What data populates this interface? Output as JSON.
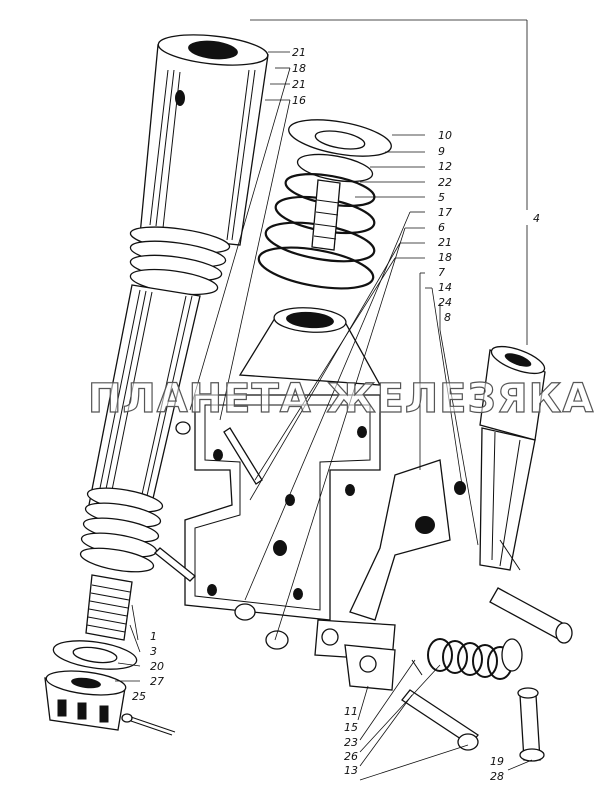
{
  "watermark": "ПЛАНЕТА ЖЕЛЕЗЯКА",
  "callouts": [
    {
      "id": "c21a",
      "text": "21"
    },
    {
      "id": "c18a",
      "text": "18"
    },
    {
      "id": "c21b",
      "text": "21"
    },
    {
      "id": "c16",
      "text": "16"
    },
    {
      "id": "c10",
      "text": "10"
    },
    {
      "id": "c9",
      "text": "9"
    },
    {
      "id": "c12",
      "text": "12"
    },
    {
      "id": "c22",
      "text": "22"
    },
    {
      "id": "c5",
      "text": "5"
    },
    {
      "id": "c17",
      "text": "17"
    },
    {
      "id": "c6",
      "text": "6"
    },
    {
      "id": "c21c",
      "text": "21"
    },
    {
      "id": "c18b",
      "text": "18"
    },
    {
      "id": "c7",
      "text": "7"
    },
    {
      "id": "c14",
      "text": "14"
    },
    {
      "id": "c24",
      "text": "24"
    },
    {
      "id": "c8",
      "text": "8"
    },
    {
      "id": "c4",
      "text": "4"
    },
    {
      "id": "c1",
      "text": "1"
    },
    {
      "id": "c3",
      "text": "3"
    },
    {
      "id": "c20",
      "text": "20"
    },
    {
      "id": "c27",
      "text": "27"
    },
    {
      "id": "c25",
      "text": "25"
    },
    {
      "id": "c11",
      "text": "11"
    },
    {
      "id": "c15",
      "text": "15"
    },
    {
      "id": "c23",
      "text": "23"
    },
    {
      "id": "c26",
      "text": "26"
    },
    {
      "id": "c13",
      "text": "13"
    },
    {
      "id": "c19",
      "text": "19"
    },
    {
      "id": "c28",
      "text": "28"
    }
  ]
}
